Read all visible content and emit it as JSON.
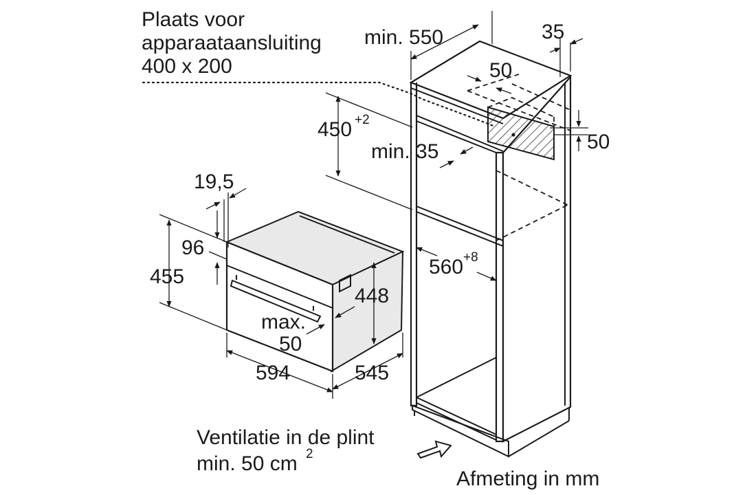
{
  "labels": {
    "connection_line1": "Plaats voor",
    "connection_line2": "apparaataansluiting",
    "connection_line3": "400 x 200",
    "dim_min550": "min. 550",
    "dim_35_top": "35",
    "dim_50_top": "50",
    "dim_50_right": "50",
    "dim_450": "450",
    "dim_450_sup": "+2",
    "dim_min35": "min. 35",
    "dim_19_5": "19,5",
    "dim_96": "96",
    "dim_455": "455",
    "dim_448": "448",
    "dim_560": "560",
    "dim_560_sup": "+8",
    "dim_max": "max.",
    "dim_max50": "50",
    "dim_594": "594",
    "dim_545": "545",
    "vent_line1": "Ventilatie in de plint",
    "vent_line2": "min. 50 cm",
    "vent_sup": "2",
    "units_note": "Afmeting in mm"
  },
  "colors": {
    "line": "#1a1a1a",
    "background": "#ffffff"
  }
}
